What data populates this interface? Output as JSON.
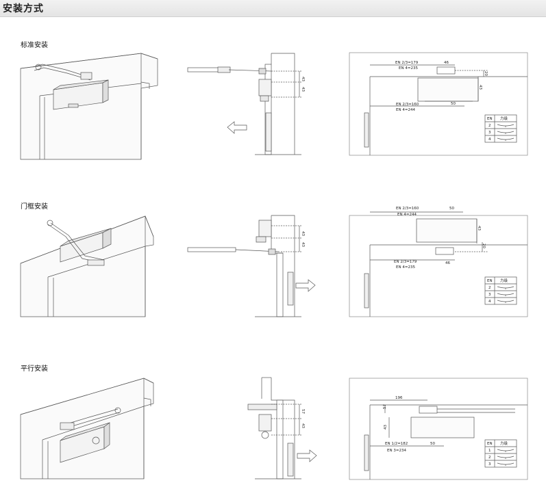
{
  "header": {
    "title": "安装方式"
  },
  "sections": [
    {
      "title": "标准安装",
      "dims": {
        "a1": "EN 2/3=179",
        "a2": "EN 4=235",
        "b1": "EN 2/3=160",
        "b2": "EN 4=244",
        "w1": "46",
        "w2": "50",
        "h1": "20",
        "h2": "43",
        "s1": "43",
        "s2": "43"
      },
      "table": {
        "h1": "EN",
        "h2": "力级",
        "rows": [
          "2",
          "3",
          "4"
        ]
      }
    },
    {
      "title": "门框安装",
      "dims": {
        "a1": "EN 2/3=160",
        "a2": "EN 4=244",
        "b1": "EN 2/3=179",
        "b2": "EN 4=235",
        "w1": "50",
        "w2": "46",
        "h1": "20",
        "h2": "43",
        "s1": "43",
        "s2": "43"
      },
      "table": {
        "h1": "EN",
        "h2": "力级",
        "rows": [
          "2",
          "3",
          "4"
        ]
      }
    },
    {
      "title": "平行安装",
      "dims": {
        "top": "196",
        "v1": "57",
        "v2": "43",
        "b1": "EN 1/2=182",
        "b2": "EN 3=234",
        "w2": "50",
        "s1": "57",
        "s2": "43"
      },
      "table": {
        "h1": "EN",
        "h2": "力级",
        "rows": [
          "1",
          "2",
          "3"
        ]
      }
    }
  ]
}
